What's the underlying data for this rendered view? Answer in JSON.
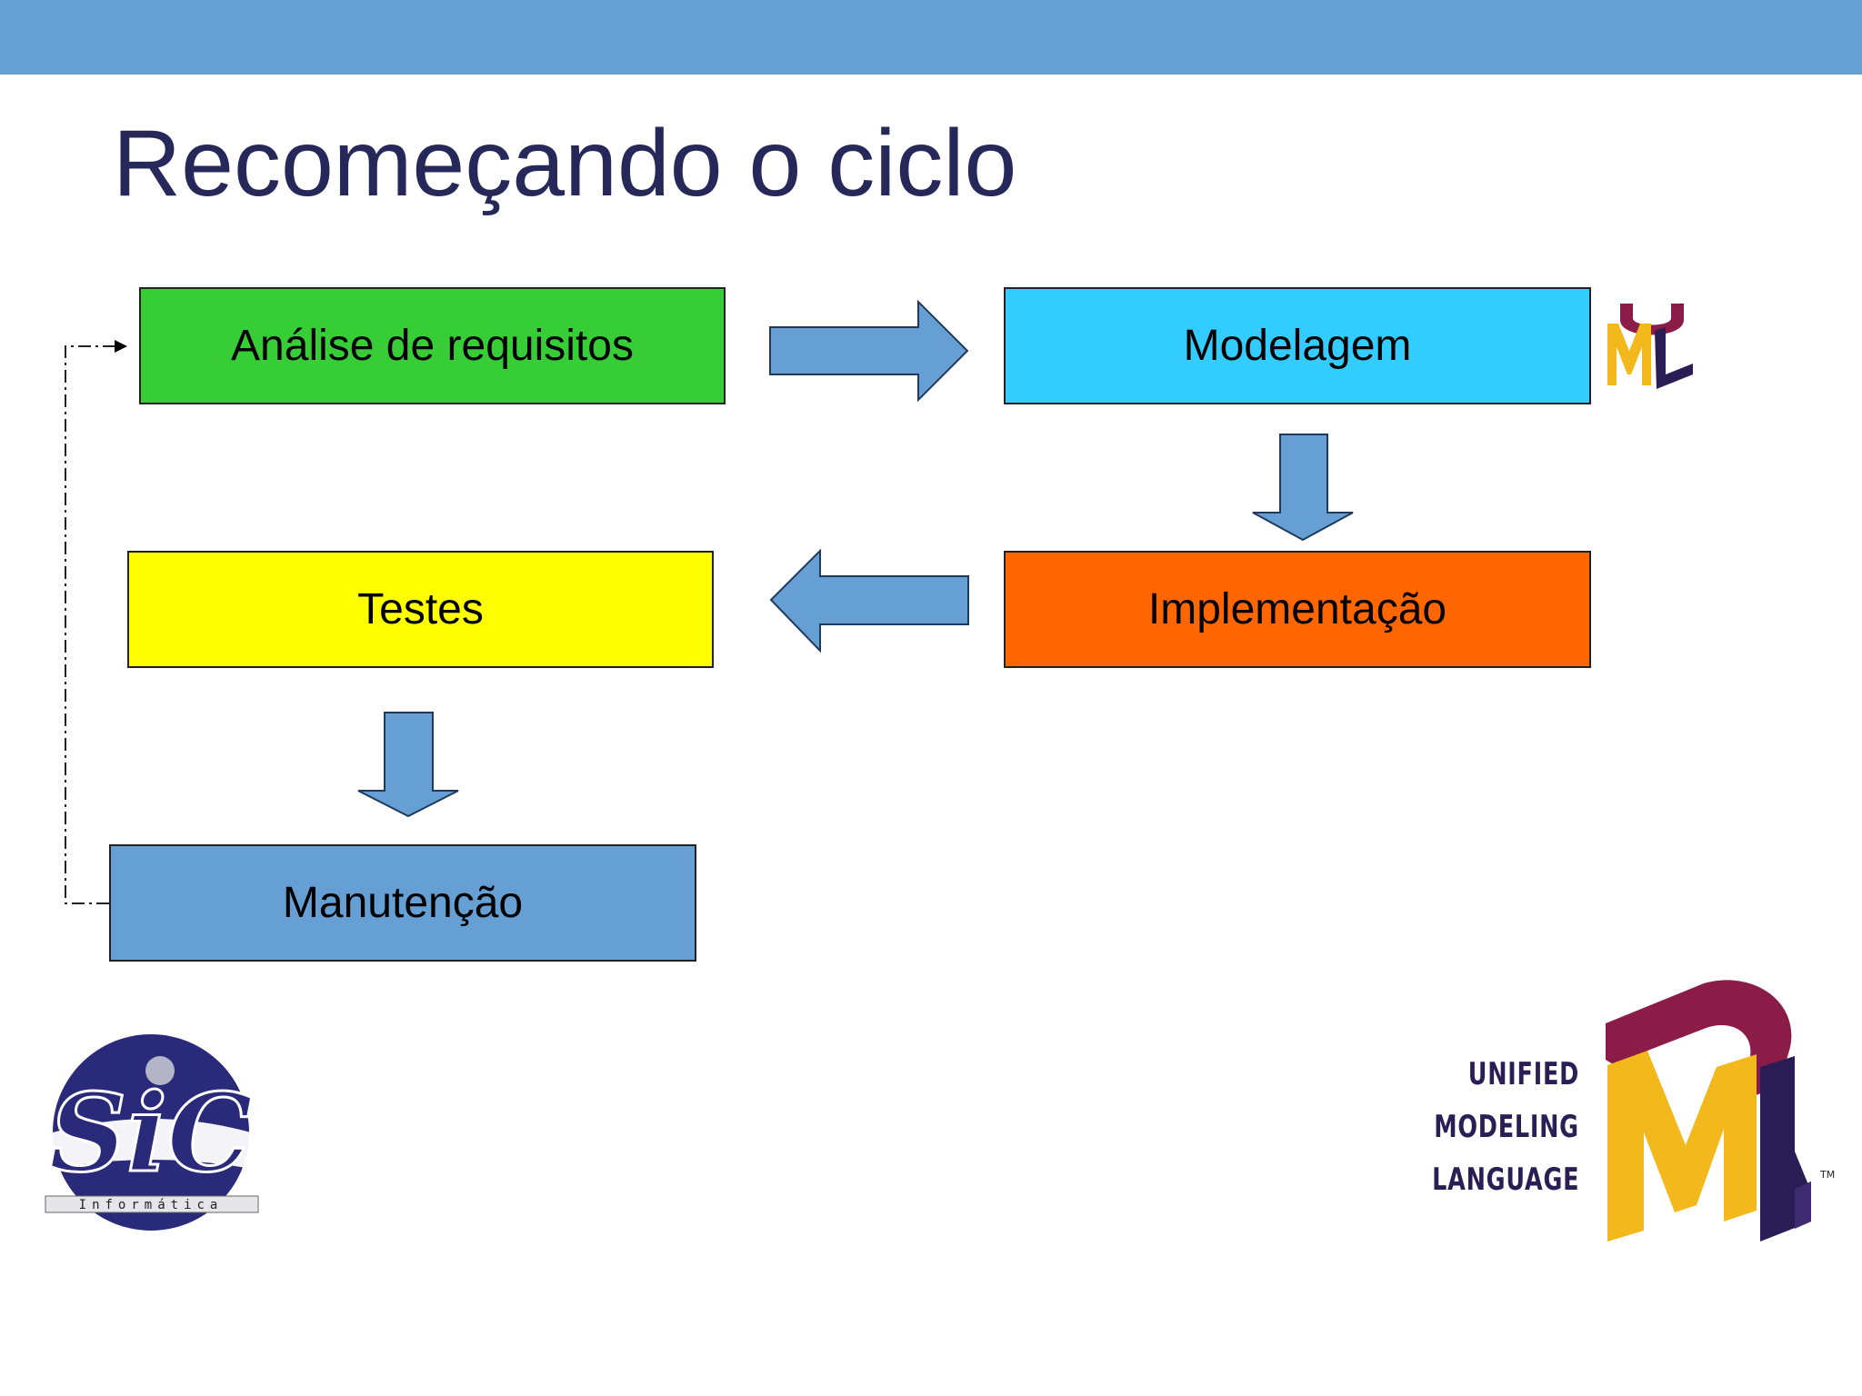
{
  "slide": {
    "title": "Recomeçando o ciclo"
  },
  "diagram": {
    "boxes": {
      "analise": "Análise de requisitos",
      "modelagem": "Modelagem",
      "implementacao": "Implementação",
      "testes": "Testes",
      "manutencao": "Manutenção"
    },
    "colors": {
      "top_bar": "#659fd4",
      "analise": "#37cd37",
      "modelagem": "#33ccff",
      "implementacao": "#ff6600",
      "testes": "#ffff00",
      "manutencao": "#659fd4",
      "arrow": "#659fd4"
    },
    "arrows": [
      {
        "from": "analise",
        "to": "modelagem",
        "direction": "right"
      },
      {
        "from": "modelagem",
        "to": "implementacao",
        "direction": "down"
      },
      {
        "from": "implementacao",
        "to": "testes",
        "direction": "left"
      },
      {
        "from": "testes",
        "to": "manutencao",
        "direction": "down"
      },
      {
        "from": "manutencao",
        "to": "analise",
        "direction": "loop-back",
        "style": "dashed"
      }
    ]
  },
  "logos": {
    "sic": {
      "text": "SIC",
      "subtext": "Informática"
    },
    "uml": {
      "line1": "UNIFIED",
      "line2": "MODELING",
      "line3": "LANGUAGE",
      "tm": "TM"
    }
  }
}
